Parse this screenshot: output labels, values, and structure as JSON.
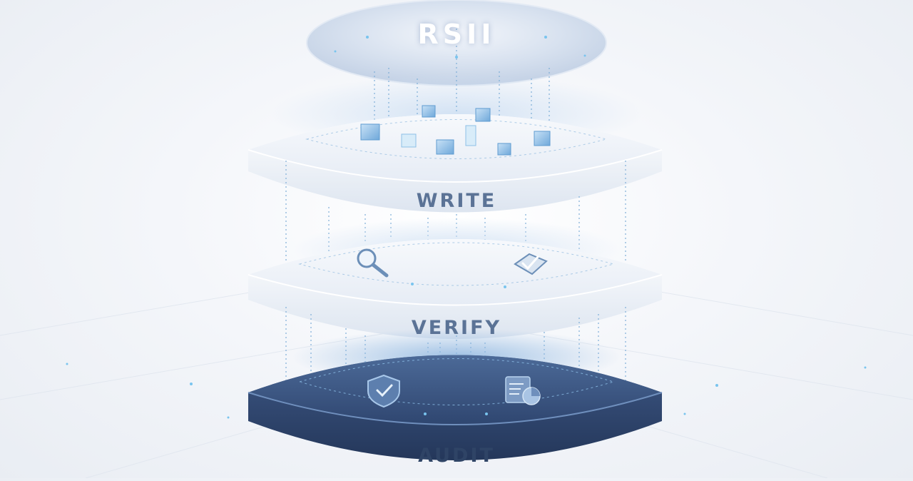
{
  "diagram": {
    "top_label": "RSII",
    "layers": [
      {
        "id": "write",
        "label": "WRITE"
      },
      {
        "id": "verify",
        "label": "VERIFY"
      },
      {
        "id": "audit",
        "label": "AUDIT"
      }
    ]
  },
  "colors": {
    "background": "#f1f4f8",
    "platform_light": "#eef2f8",
    "platform_dark": "#3c5680",
    "label_light": "#5b7396",
    "label_dark": "#2f4466",
    "accent": "#6cb4e6"
  },
  "icons": {
    "write_layer": [
      "cube-icon"
    ],
    "verify_layer": [
      "magnifier-icon",
      "checkmark-icon"
    ],
    "audit_layer": [
      "shield-check-icon",
      "document-chart-icon"
    ]
  }
}
